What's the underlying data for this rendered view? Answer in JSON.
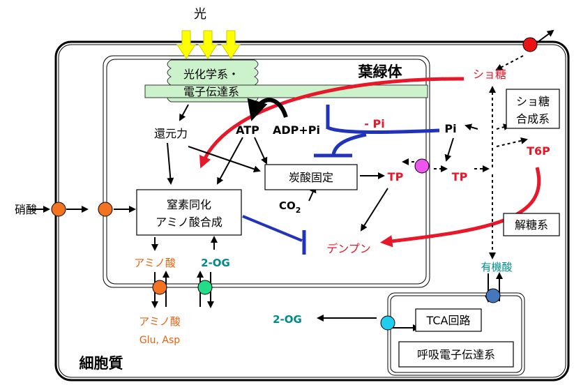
{
  "light": "光",
  "photosystem": {
    "line1": "光化学系・",
    "line2": "電子伝達系"
  },
  "chloroplast": "葉緑体",
  "cytoplasm": "細胞質",
  "reducing_power": "還元力",
  "atp": "ATP",
  "adp_pi": "ADP+Pi",
  "minus_pi": "- Pi",
  "pi": "Pi",
  "carbon_fixation": "炭酸固定",
  "co2": "CO",
  "co2_sub": "2",
  "tp_inner": "TP",
  "tp_outer": "TP",
  "nitrate": "硝酸",
  "nitrogen_assimilation": {
    "line1": "窒素同化",
    "line2": "アミノ酸合成"
  },
  "starch": "デンプン",
  "amino_acid_inner": "アミノ酸",
  "og_inner": "2-OG",
  "amino_acid_outer": "アミノ酸",
  "glu_asp": "Glu, Asp",
  "sucrose": "ショ糖",
  "sucrose_synthesis": {
    "line1": "ショ糖",
    "line2": "合成系"
  },
  "t6p": "T6P",
  "glycolysis": "解糖系",
  "organic_acid": "有機酸",
  "tca": "TCA回路",
  "respiratory_chain": "呼吸電子伝達系",
  "og_outer": "2-OG",
  "colors": {
    "red": "#e8172a",
    "blue": "#2233bb",
    "orange_text": "#e8600c",
    "teal_text": "#008b8b",
    "yellow": "#ffff00",
    "green_membrane": "#ccf2cc",
    "transporter_orange": "#f47320",
    "transporter_magenta": "#ee55ee",
    "transporter_green": "#22dd88",
    "transporter_cyan": "#22ccee",
    "transporter_blue": "#4477bb",
    "transporter_red": "#ee1111"
  }
}
